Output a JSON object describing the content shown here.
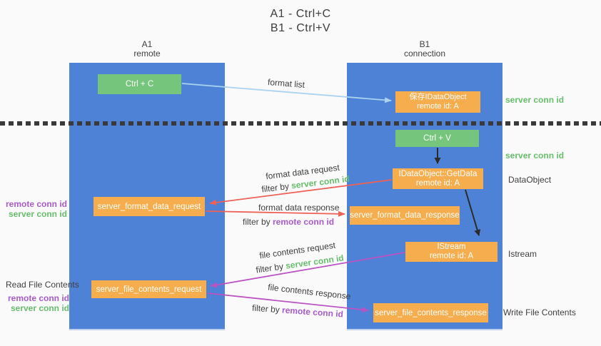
{
  "title": {
    "line1": "A1 - Ctrl+C",
    "line2": "B1 - Ctrl+V"
  },
  "lane_a": {
    "name": "A1",
    "type": "remote"
  },
  "lane_b": {
    "name": "B1",
    "type": "connection"
  },
  "boxes": {
    "ctrl_c": {
      "label": "Ctrl + C"
    },
    "save_idataobject": {
      "line1": "保存IDataObject",
      "line2": "remote id: A"
    },
    "ctrl_v": {
      "label": "Ctrl + V"
    },
    "getdata": {
      "line1": "IDataObject::GetData",
      "line2": "remote id: A"
    },
    "format_request": {
      "label": "server_format_data_request"
    },
    "format_response": {
      "label": "server_format_data_response"
    },
    "istream": {
      "line1": "IStream",
      "line2": "remote id: A"
    },
    "file_request": {
      "label": "server_file_contents_request"
    },
    "file_response": {
      "label": "server_file_contents_response"
    }
  },
  "flow_labels": {
    "format_list": "format list",
    "format_data_request": "format data request",
    "format_data_response": "format data response",
    "file_contents_request": "file contents request",
    "file_contents_response": "file contents response",
    "filter_by": "filter by ",
    "server_conn_id": "server conn id",
    "remote_conn_id": "remote conn id"
  },
  "side_labels": {
    "right_server_conn_id_top": "server conn id",
    "right_server_conn_id_mid": "server conn id",
    "dataobject": "DataObject",
    "istream": "Istream",
    "write_file_contents": "Write File Contents",
    "left_remote_conn_id_top": "remote conn id",
    "left_server_conn_id_top": "server conn id",
    "read_file_contents": "Read File Contents",
    "left_remote_conn_id_bottom": "remote conn id",
    "left_server_conn_id_bottom": "server conn id"
  },
  "colors": {
    "lane_blue": "#4d82d7",
    "box_green": "#76c57c",
    "box_orange": "#f6ad4d",
    "text_green": "#67bf6b",
    "text_purple": "#a85bc8",
    "arrow_red": "#ee6156",
    "arrow_magenta": "#bb53c3",
    "arrow_blue": "#a9d3ef",
    "arrow_black": "#2b2b2b"
  }
}
